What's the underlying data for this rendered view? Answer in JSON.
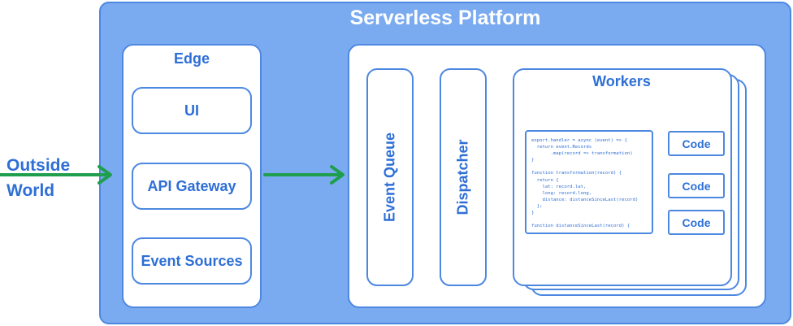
{
  "platform": {
    "title": "Serverless Platform"
  },
  "outside": {
    "line1": "Outside",
    "line2": "World"
  },
  "edge": {
    "title": "Edge",
    "items": [
      {
        "label": "UI"
      },
      {
        "label": "API Gateway"
      },
      {
        "label": "Event Sources"
      }
    ]
  },
  "event_queue": {
    "label": "Event Queue"
  },
  "dispatcher": {
    "label": "Dispatcher"
  },
  "workers": {
    "title": "Workers",
    "code_snippet": "export.handler = async (event) => {\n  return event.Records\n       .map(record => transformation)\n}\n\nfunction transformation(record) {\n  return {\n    lat: record.lat,\n    long: record.long,\n    distance: distanceSinceLast(record)\n  };\n}\n\nfunction distanceSinceLast(record) {\n  ...\n}",
    "code_items": [
      {
        "label": "Code"
      },
      {
        "label": "Code"
      },
      {
        "label": "Code"
      }
    ]
  },
  "colors": {
    "platform_fill": "#7aabf0",
    "border": "#4d88e0",
    "text_blue": "#2e6fd6",
    "arrow_green": "#1f9e4d"
  }
}
